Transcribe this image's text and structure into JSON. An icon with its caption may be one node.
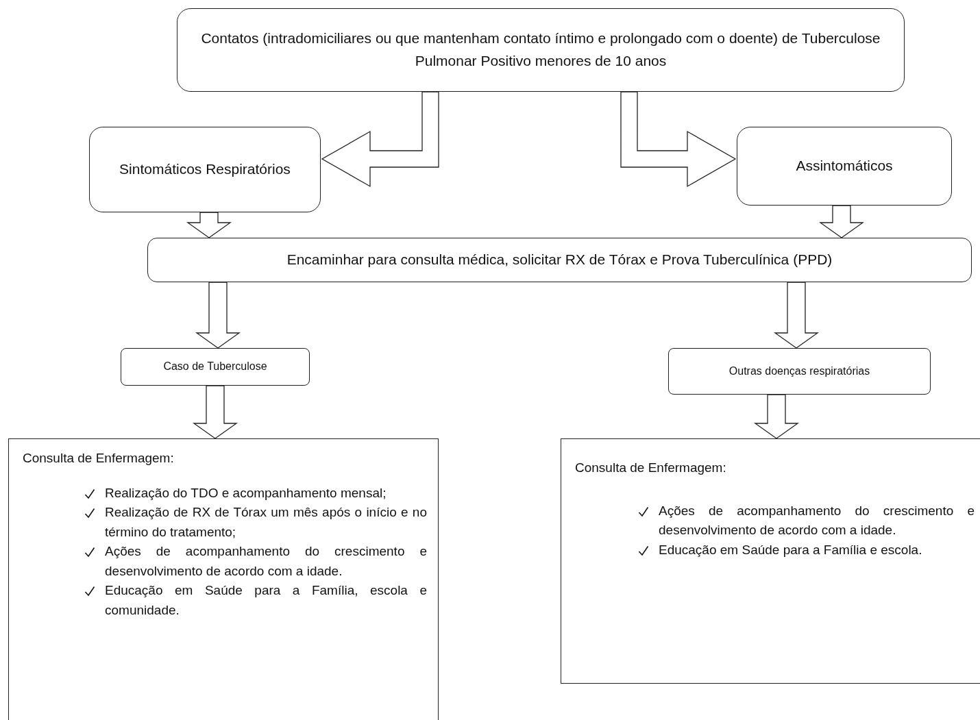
{
  "diagram": {
    "nodes": [
      {
        "text": [
          "Contatos (intradomiciliares ou que mantenham contato íntimo e prolongado com o doente) de Tuberculose Pulmonar Positivo menores de 10 anos"
        ]
      },
      {
        "text": [
          "Sintomáticos Respiratórios"
        ]
      },
      {
        "text": [
          "Assintomáticos"
        ]
      },
      {
        "text": [
          "Encaminhar para consulta médica, solicitar RX de Tórax e Prova Tuberculínica (PPD)"
        ]
      },
      {
        "text": [
          "Caso de Tuberculose"
        ]
      },
      {
        "text": [
          "Outras doenças respiratórias"
        ]
      },
      {
        "text": [
          "Consulta de Enfermagem:",
          "Realização do TDO e acompanhamento mensal;",
          "Realização de RX de Tórax um mês após o início e no término do tratamento;",
          "Ações de acompanhamento do crescimento e desenvolvimento de acordo com a idade.",
          "Educação em Saúde para a Família, escola e comunidade."
        ]
      },
      {
        "text": [
          "Consulta de Enfermagem:",
          "Ações de acompanhamento do crescimento e desenvolvimento de acordo com a idade.",
          "Educação em Saúde para a Família e escola."
        ]
      }
    ],
    "edges": [
      {
        "from": 0,
        "to": 1,
        "arrow": "to"
      },
      {
        "from": 0,
        "to": 2,
        "arrow": "to"
      },
      {
        "from": 1,
        "to": 3,
        "arrow": "to"
      },
      {
        "from": 2,
        "to": 3,
        "arrow": "to"
      },
      {
        "from": 3,
        "to": 4,
        "arrow": "to"
      },
      {
        "from": 3,
        "to": 5,
        "arrow": "to"
      },
      {
        "from": 4,
        "to": 6,
        "arrow": "to"
      },
      {
        "from": 5,
        "to": 7,
        "arrow": "to"
      }
    ]
  }
}
